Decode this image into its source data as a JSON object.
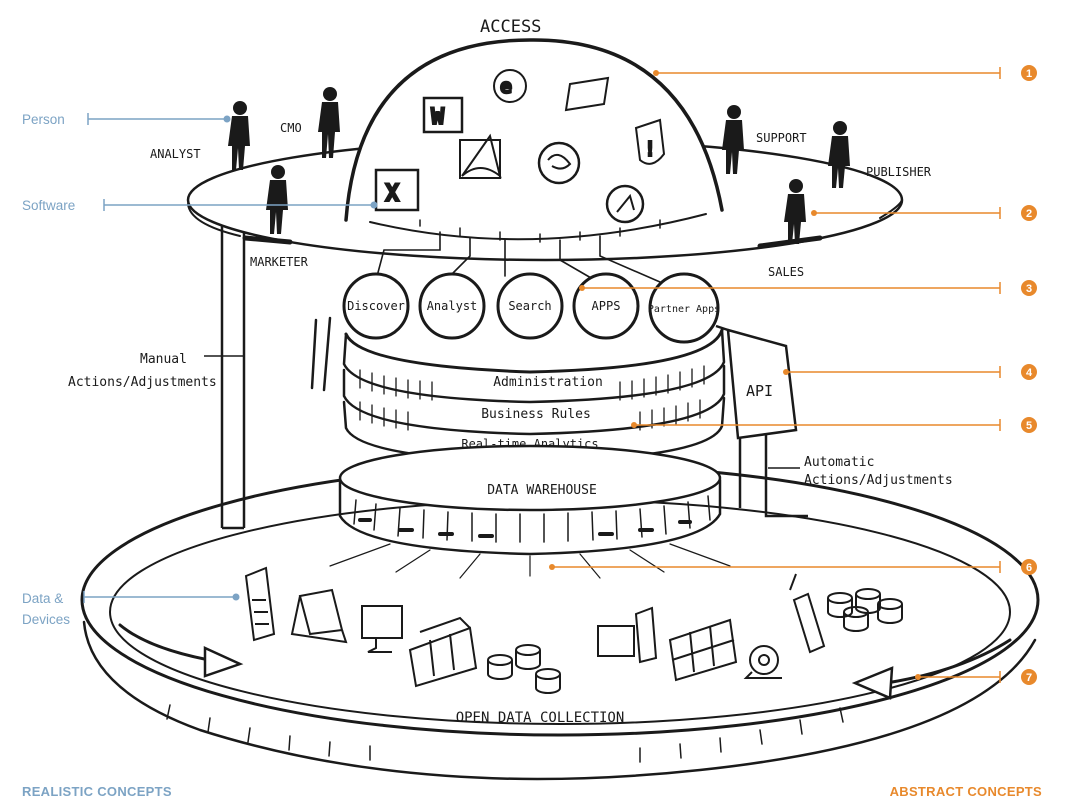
{
  "diagram": {
    "top_label": "ACCESS",
    "persons": {
      "analyst": "ANALYST",
      "cmo": "CMO",
      "marketer": "MARKETER",
      "support": "SUPPORT",
      "publisher": "PUBLISHER",
      "sales": "SALES"
    },
    "app_circles": [
      "Discover",
      "Analyst",
      "Search",
      "APPS",
      "Partner Apps"
    ],
    "layers": {
      "administration": "Administration",
      "business_rules": "Business Rules",
      "realtime": "Real-time Analytics",
      "warehouse": "DATA WAREHOUSE"
    },
    "api_label": "API",
    "manual_note": [
      "Manual",
      "Actions/Adjustments"
    ],
    "automatic_note": [
      "Automatic",
      "Actions/Adjustments"
    ],
    "ring_label": "OPEN DATA COLLECTION"
  },
  "left_callouts": {
    "person": "Person",
    "software": "Software",
    "data_devices_line1": "Data &",
    "data_devices_line2": "Devices"
  },
  "right_markers": [
    "1",
    "2",
    "3",
    "4",
    "5",
    "6",
    "7"
  ],
  "footer": {
    "left": "REALISTIC CONCEPTS",
    "right": "ABSTRACT CONCEPTS"
  },
  "colors": {
    "ink": "#1a1a1a",
    "realistic_blue": "#7ca3c4",
    "abstract_orange": "#e8892c"
  }
}
